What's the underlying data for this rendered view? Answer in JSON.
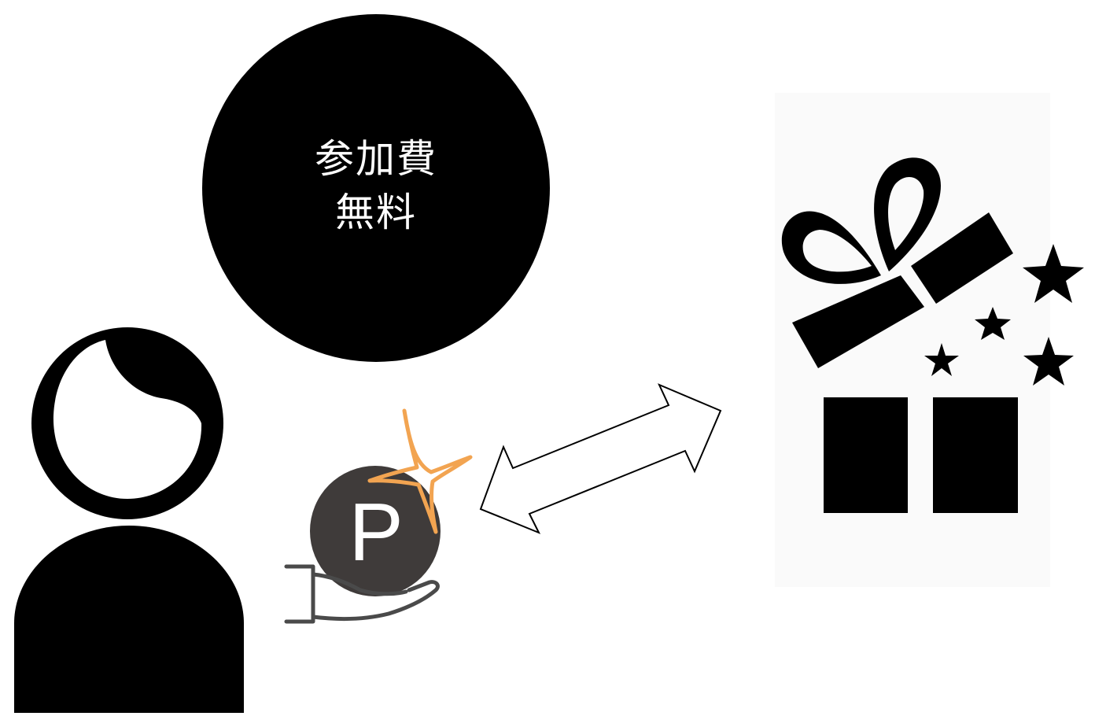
{
  "badge": {
    "line1": "参加費",
    "line2": "無料"
  },
  "point_coin": {
    "letter": "P"
  },
  "colors": {
    "badge_fill": "#000000",
    "coin_fill": "#3f3b3a",
    "sparkle": "#f2a451",
    "hand_stroke": "#4a4a4a",
    "icon_fill": "#000000"
  },
  "icons": {
    "person": "person-icon",
    "coin": "point-coin-icon",
    "sparkle": "sparkle-icon",
    "hand": "open-hand-icon",
    "arrow": "double-arrow-icon",
    "gift": "gift-box-icon",
    "stars": "star-icon"
  }
}
